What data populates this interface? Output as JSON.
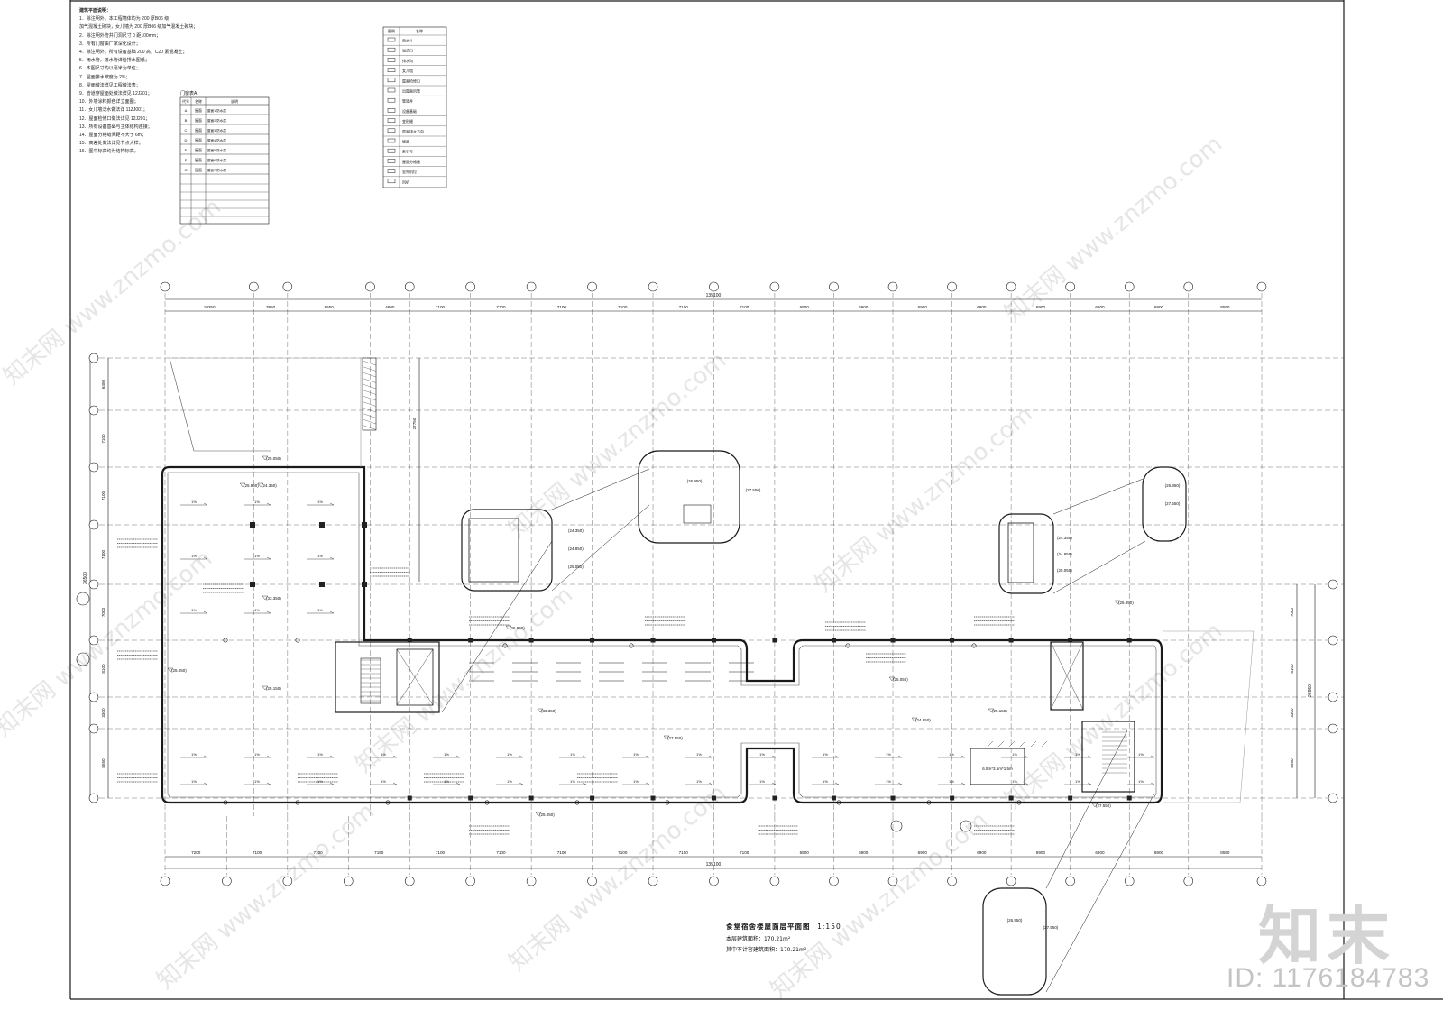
{
  "drawing": {
    "title": "食堂宿舍楼屋面层平面图",
    "scale": "1:150",
    "area_line1": "本层建筑面积：170.21m²",
    "area_line2": "其中不计容建筑面积：170.21m²"
  },
  "notes": {
    "heading": "建筑平面说明：",
    "lines": [
      "1．除注明外，本工程墙体均为 200 厚B06 级",
      "加气混凝土砌块，女儿墙为 200 厚B06 级加气混凝土砌块；",
      "2．除注明外管井门洞尺寸 0 距100mm；",
      "3．所有门窗由厂家深化设计；",
      "4．除注明外，所有设备基础 200 高，C20 素混凝土；",
      "5．雨水管，落水管详给排水图纸；",
      "6．本图尺寸均以毫米为单位；",
      "7．屋面排水坡度为 2%；",
      "8．屋面做法详见工程做法表；",
      "9．管道穿屋面处做法详见 12J201；",
      "10．外墙涂料颜色详立面图；",
      "11．女儿墙泛水做法详 11ZJ001；",
      "12．屋面检修口做法详见 12J201；",
      "13．所有设备基础与主体结构连接；",
      "14．屋面分格缝间距不大于 6m；",
      "15．高差处做法详见节点大样；",
      "16．图中标高均为结构标高。"
    ]
  },
  "door_table": {
    "title": "门窗表A：",
    "headers": [
      "代号",
      "名称",
      "说明"
    ],
    "rows": [
      [
        "A",
        "屋面",
        "屋面1 防水层"
      ],
      [
        "B",
        "屋面",
        "屋面2 防水层"
      ],
      [
        "C",
        "屋面",
        "屋面3 防水层"
      ],
      [
        "D",
        "屋面",
        "屋面4 防水层"
      ],
      [
        "E",
        "屋面",
        "屋面5 防水层"
      ],
      [
        "F",
        "屋面",
        "屋面6 防水层"
      ],
      [
        "G",
        "屋面",
        "屋面7 防水层"
      ]
    ]
  },
  "legend": {
    "headers": [
      "图例",
      "名称"
    ],
    "items": [
      "雨水斗",
      "溢流口",
      "排水沟",
      "女儿墙",
      "屋面检修口",
      "出屋面风管",
      "管道井",
      "设备基础",
      "变形缝",
      "屋面排水方向",
      "坡度",
      "索引号",
      "屋面分格缝",
      "室外机位",
      "风机"
    ]
  },
  "dimensions": {
    "total_top": "135100",
    "total_bottom": "135100",
    "top": [
      "10350",
      "3950",
      "9650",
      "4600",
      "7100",
      "7100",
      "7100",
      "7100",
      "7100",
      "7100",
      "6900",
      "6900",
      "6900",
      "6900",
      "6900",
      "6900",
      "6900",
      "8550"
    ],
    "bottom": [
      "7200",
      "7100",
      "7100",
      "7150",
      "7100",
      "7100",
      "7100",
      "7100",
      "7100",
      "7100",
      "6900",
      "6900",
      "6900",
      "6900",
      "6900",
      "6900",
      "6900",
      "8550"
    ],
    "left": [
      "6450",
      "7100",
      "7100",
      "7100",
      "7000",
      "8100",
      "3300",
      "8550"
    ],
    "right": [
      "7000",
      "8100",
      "3300",
      "8550"
    ],
    "left_total": "36500",
    "right_total": "26950"
  },
  "elevations": [
    "25.050",
    "25.950",
    "33.350",
    "25.150",
    "25.050",
    "33.350",
    "27.550",
    "26.950",
    "24.350",
    "24.850",
    "25.050",
    "25.150",
    "26.950",
    "27.550",
    "25.050"
  ],
  "insets": {
    "stair_left": [
      "24.350",
      "24.850",
      "25.050"
    ],
    "stair_right": [
      "24.350",
      "24.850",
      "25.050"
    ],
    "detail_boxes": [
      "26.950",
      "27.550"
    ]
  },
  "equipment": {
    "box_label": "6.5m*3.5m*1.5m"
  },
  "watermarks": {
    "brand": "知末",
    "id": "ID: 1176184783",
    "domain_text": "www.znzmo.com",
    "tile_text": "知末网"
  },
  "colors": {
    "line": "#1a1a1a",
    "thin": "#555555",
    "watermark": "#d0d0d0"
  }
}
